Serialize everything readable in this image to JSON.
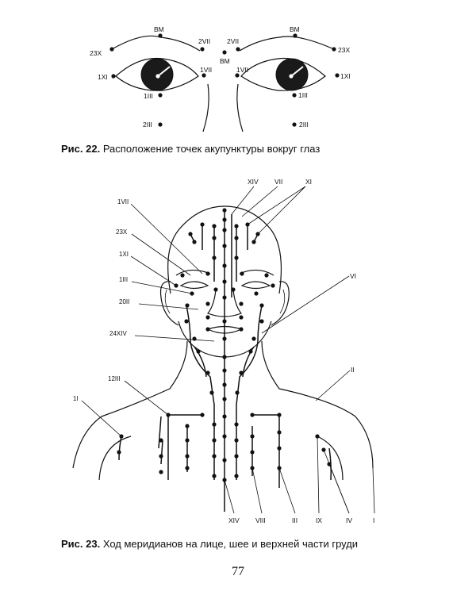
{
  "figure22": {
    "labels": {
      "left_bm": "ВМ",
      "left_2vii": "2VII",
      "left_23x": "23X",
      "center_bm": "ВМ",
      "left_1vii": "1VII",
      "left_1xi": "1XI",
      "left_1iii": "1III",
      "left_2iii": "2III",
      "right_bm": "ВМ",
      "right_2vii": "2VII",
      "right_23x": "23X",
      "right_1vii": "1VII",
      "right_1xi": "1XI",
      "right_1iii": "1III",
      "right_2iii": "2III"
    },
    "caption_prefix": "Рис. 22.",
    "caption_text": " Расположение точек акупунктуры вокруг глаз"
  },
  "figure23": {
    "top_labels": {
      "xiv": "XIV",
      "vii": "VII",
      "xi": "XI"
    },
    "left_labels": {
      "p1vii": "1VII",
      "p23x": "23X",
      "p1xi": "1XI",
      "p1iii": "1III",
      "p20ii": "20II",
      "p24xiv": "24XIV",
      "p12iii": "12III",
      "p1i": "1I"
    },
    "right_labels": {
      "vi": "VI",
      "ii": "II"
    },
    "bottom_labels": {
      "xiv": "XIV",
      "viii": "VIII",
      "iii": "III",
      "ix": "IX",
      "iv": "IV",
      "i": "I"
    },
    "caption_prefix": "Рис. 23.",
    "caption_text": " Ход меридианов на лице, шее и верхней части груди"
  },
  "page_number": "77"
}
